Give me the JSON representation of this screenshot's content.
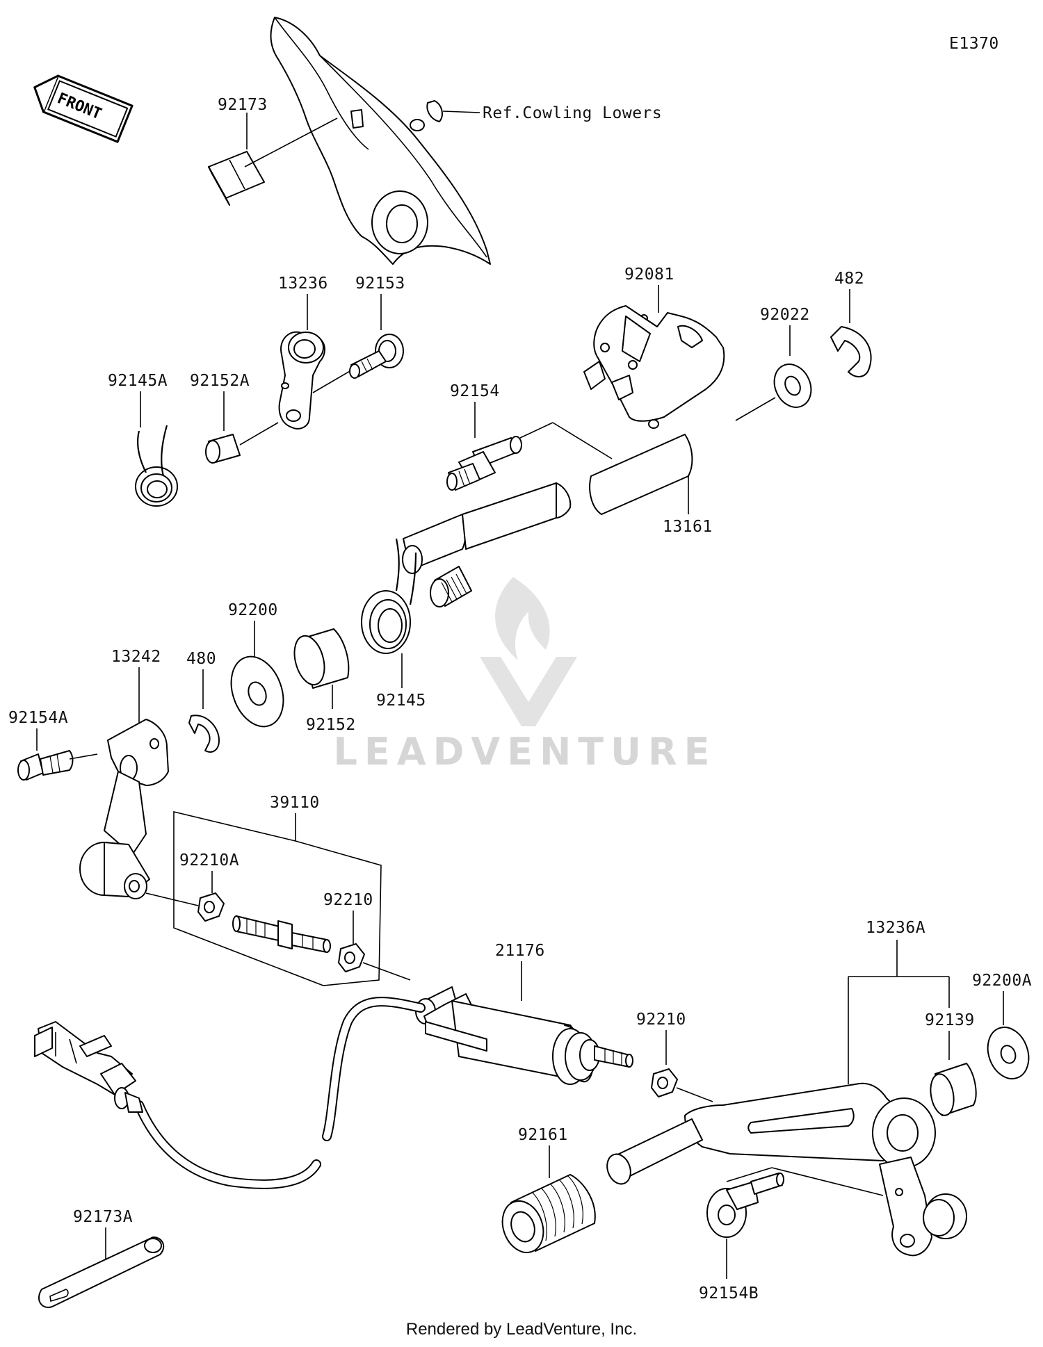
{
  "diagram_code": "E1370",
  "reference_note": "Ref.Cowling Lowers",
  "front_indicator": "FRONT",
  "watermark": "LEADVENTURE",
  "footer": "Rendered by LeadVenture, Inc.",
  "part_labels": {
    "p92173": "92173",
    "p13236": "13236",
    "p92153": "92153",
    "p92145A": "92145A",
    "p92152A": "92152A",
    "p92081": "92081",
    "p482": "482",
    "p92022": "92022",
    "p92154": "92154",
    "p13161": "13161",
    "p92200": "92200",
    "p480": "480",
    "p13242": "13242",
    "p92154A": "92154A",
    "p92152": "92152",
    "p92145": "92145",
    "p39110": "39110",
    "p92210A": "92210A",
    "p92210_a": "92210",
    "p21176": "21176",
    "p92210_b": "92210",
    "p13236A": "13236A",
    "p92200A": "92200A",
    "p92139": "92139",
    "p92161": "92161",
    "p92154B": "92154B",
    "p92173A": "92173A"
  }
}
